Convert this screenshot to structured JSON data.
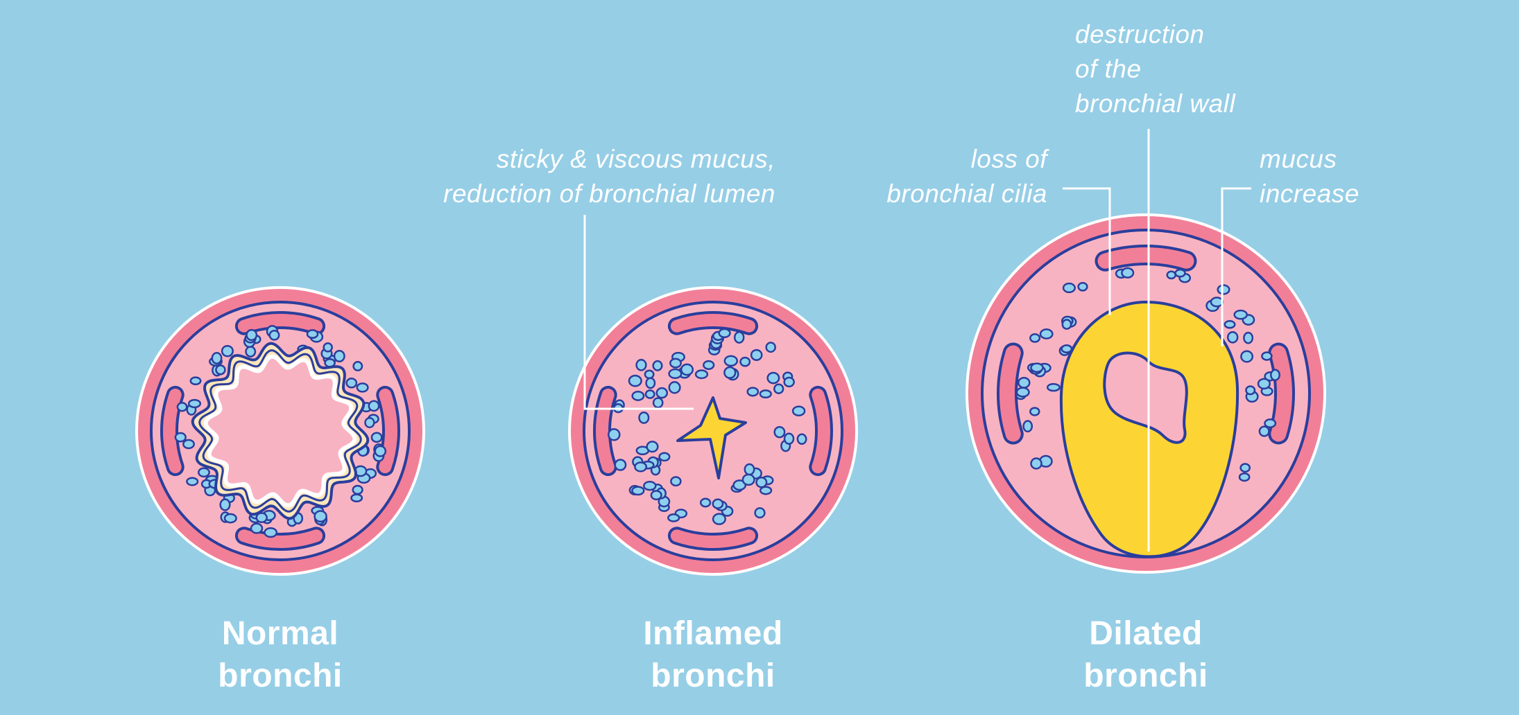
{
  "colors": {
    "background": "#96cee6",
    "outer_wall": "#f27f98",
    "tissue": "#f8b3c2",
    "outline": "#2a3e9c",
    "gland_fill": "#8fd0ee",
    "mucus": "#fcd534",
    "cilia_glow": "#fde6bb",
    "label_text": "#ffffff"
  },
  "annotations": {
    "mucus_lumen": [
      "sticky & viscous mucus,",
      "reduction of bronchial lumen"
    ],
    "wall_destruction": [
      "destruction",
      "of the",
      "bronchial wall"
    ],
    "cilia_loss": [
      "loss of",
      "bronchial cilia"
    ],
    "mucus_increase": [
      "mucus",
      "increase"
    ]
  },
  "panels": [
    {
      "id": "normal",
      "caption": [
        "Normal",
        "bronchi"
      ]
    },
    {
      "id": "inflamed",
      "caption": [
        "Inflamed",
        "bronchi"
      ]
    },
    {
      "id": "dilated",
      "caption": [
        "Dilated",
        "bronchi"
      ]
    }
  ],
  "icons": [
    "normal-bronchus-icon",
    "inflamed-bronchus-icon",
    "dilated-bronchus-icon"
  ]
}
